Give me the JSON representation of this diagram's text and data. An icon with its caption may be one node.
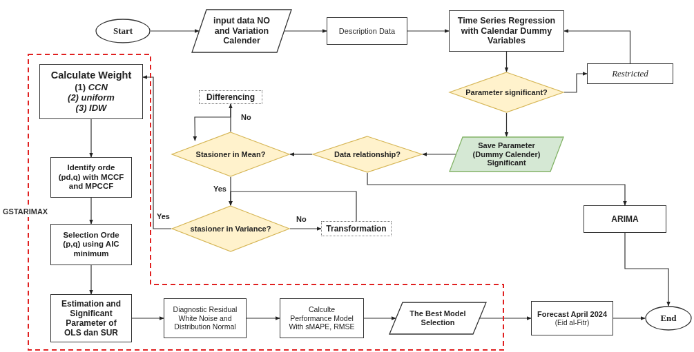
{
  "diagram": {
    "nodes": [
      {
        "text": [
          "Start"
        ]
      },
      {
        "text": [
          "input data NO and Variation Calender"
        ]
      },
      {
        "text": [
          "Description Data"
        ]
      },
      {
        "text": [
          "Time Series Regression with Calendar Dummy Variables"
        ]
      },
      {
        "text": [
          "Restricted"
        ]
      },
      {
        "text": [
          "Parameter significant?"
        ]
      },
      {
        "text": [
          "Save Parameter (Dummy Calender) Significant"
        ]
      },
      {
        "text": [
          "Data relationship?"
        ]
      },
      {
        "text": [
          "Stasioner in Mean?"
        ]
      },
      {
        "text": [
          "Differencing"
        ]
      },
      {
        "text": [
          "stasioner in Variance?"
        ]
      },
      {
        "text": [
          "Transformation"
        ]
      },
      {
        "text": [
          "ARIMA"
        ]
      },
      {
        "text": [
          "GSTARIMAX"
        ]
      },
      {
        "text": [
          "Calculate Weight",
          "(1)   *CCN*",
          "*(2) uniform*",
          "*(3) IDW*"
        ],
        "in": 13
      },
      {
        "text": [
          "Identify orde (pd,q) with MCCF and MPCCF"
        ],
        "in": 13
      },
      {
        "text": [
          "Selection Orde (p,q) using AIC minimum"
        ],
        "in": 13
      },
      {
        "text": [
          "Estimation and Significant Parameter of OLS dan SUR"
        ],
        "in": 13
      },
      {
        "text": [
          "Diagnostic Residual White Noise and Distribution Normal"
        ],
        "in": 13
      },
      {
        "text": [
          "Calculte Performance Model With sMAPE, RMSE"
        ],
        "in": 13
      },
      {
        "text": [
          "The Best Model Selection"
        ],
        "in": 13
      },
      {
        "text": [
          "Forecast April 2024",
          "(Eid al-Fitr)"
        ]
      },
      {
        "text": [
          "End"
        ]
      }
    ],
    "edges": [
      {
        "from": 0,
        "to": 1,
        "arrow": "to"
      },
      {
        "from": 1,
        "to": 2,
        "arrow": "to"
      },
      {
        "from": 2,
        "to": 3,
        "arrow": "to"
      },
      {
        "from": 3,
        "to": 5,
        "arrow": "to"
      },
      {
        "from": 5,
        "to": 4,
        "arrow": "to"
      },
      {
        "from": 4,
        "to": 3,
        "arrow": "to"
      },
      {
        "from": 5,
        "to": 6,
        "arrow": "to"
      },
      {
        "from": 6,
        "to": 7,
        "arrow": "to"
      },
      {
        "from": 7,
        "to": 8,
        "arrow": "to"
      },
      {
        "from": 8,
        "to": 9,
        "label": "No",
        "arrow": "to"
      },
      {
        "from": 9,
        "to": 8,
        "arrow": "to"
      },
      {
        "from": 8,
        "to": 10,
        "label": "Yes",
        "arrow": "to"
      },
      {
        "from": 11,
        "to": 10,
        "arrow": "to"
      },
      {
        "from": 10,
        "to": 11,
        "label": "No",
        "arrow": "to"
      },
      {
        "from": 10,
        "to": 14,
        "label": "Yes",
        "arrow": "to"
      },
      {
        "from": 14,
        "to": 15,
        "arrow": "to"
      },
      {
        "from": 15,
        "to": 16,
        "arrow": "to"
      },
      {
        "from": 16,
        "to": 17,
        "arrow": "to"
      },
      {
        "from": 17,
        "to": 18,
        "arrow": "to"
      },
      {
        "from": 18,
        "to": 19,
        "arrow": "to"
      },
      {
        "from": 19,
        "to": 20,
        "arrow": "to"
      },
      {
        "from": 20,
        "to": 21,
        "arrow": "to"
      },
      {
        "from": 21,
        "to": 22,
        "arrow": "to"
      },
      {
        "from": 7,
        "to": 12,
        "arrow": "to"
      },
      {
        "from": 12,
        "to": 22,
        "arrow": "to"
      }
    ]
  }
}
